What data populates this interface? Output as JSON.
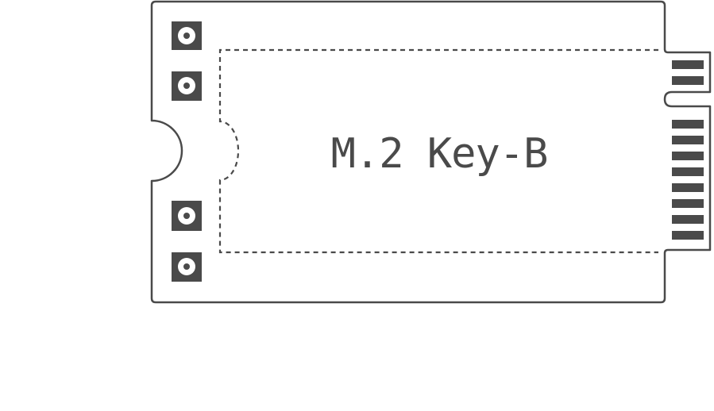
{
  "module": {
    "label": "M.2 Key-B",
    "mounting_holes": 4,
    "connector_pin_groups": [
      {
        "group": "upper",
        "pins": 2
      },
      {
        "group": "lower",
        "pins": 8
      }
    ]
  },
  "colors": {
    "stroke": "#4a4a4a",
    "background": "#ffffff"
  }
}
